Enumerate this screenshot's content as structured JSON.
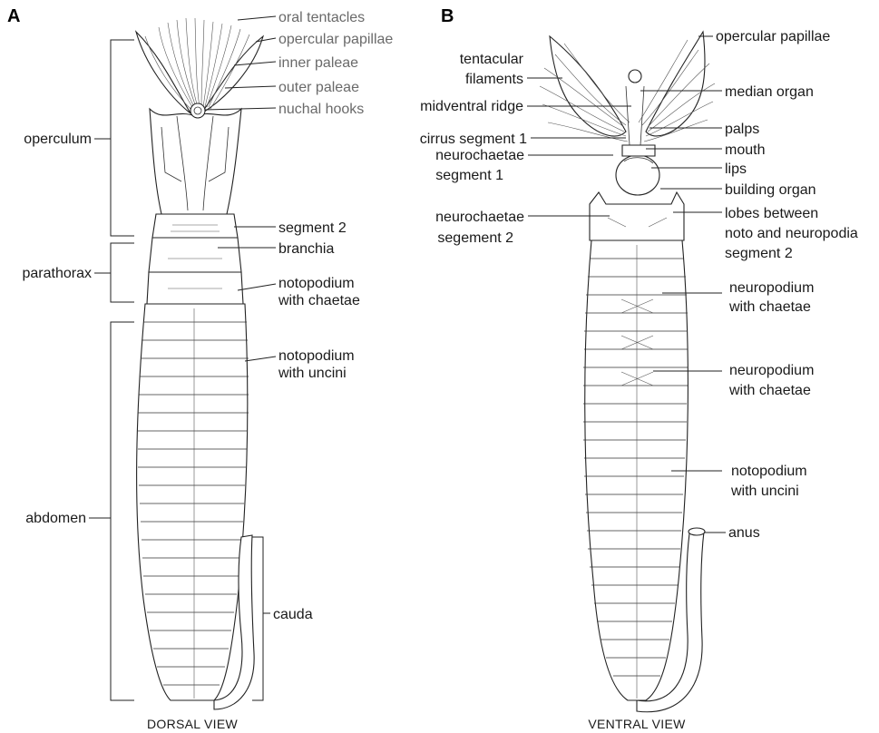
{
  "panels": {
    "a": "A",
    "b": "B"
  },
  "captions": {
    "a": "DORSAL VIEW",
    "b": "VENTRAL VIEW"
  },
  "dorsal": {
    "right_labels": {
      "oral_tentacles": "oral tentacles",
      "opercular_papillae": "opercular papillae",
      "inner_paleae": "inner paleae",
      "outer_paleae": "outer paleae",
      "nuchal_hooks": "nuchal hooks",
      "segment_2": "segment 2",
      "branchia": "branchia",
      "notopodium_chaetae_1": "notopodium",
      "notopodium_chaetae_2": "with chaetae",
      "notopodium_uncini_1": "notopodium",
      "notopodium_uncini_2": "with uncini",
      "cauda": "cauda"
    },
    "left_labels": {
      "operculum": "operculum",
      "parathorax": "parathorax",
      "abdomen": "abdomen"
    }
  },
  "ventral": {
    "right_labels": {
      "opercular_papillae": "opercular papillae",
      "median_organ": "median organ",
      "palps": "palps",
      "mouth": "mouth",
      "lips": "lips",
      "building_organ": "building organ",
      "lobes_1": "lobes between",
      "lobes_2": "noto and neuropodia",
      "lobes_3": "segment 2",
      "neuropodium_1a": "neuropodium",
      "neuropodium_1b": "with chaetae",
      "neuropodium_2a": "neuropodium",
      "neuropodium_2b": "with chaetae",
      "notopodium_uncini_1": "notopodium",
      "notopodium_uncini_2": "with uncini",
      "anus": "anus"
    },
    "left_labels": {
      "tentacular_1": "tentacular",
      "tentacular_2": "filaments",
      "midventral_ridge": "midventral ridge",
      "cirrus_segment_1": "cirrus segment 1",
      "neurochaetae_seg1_a": "neurochaetae",
      "neurochaetae_seg1_b": "segment 1",
      "neurochaetae_seg2_a": "neurochaetae",
      "neurochaetae_seg2_b": "segement 2"
    }
  }
}
